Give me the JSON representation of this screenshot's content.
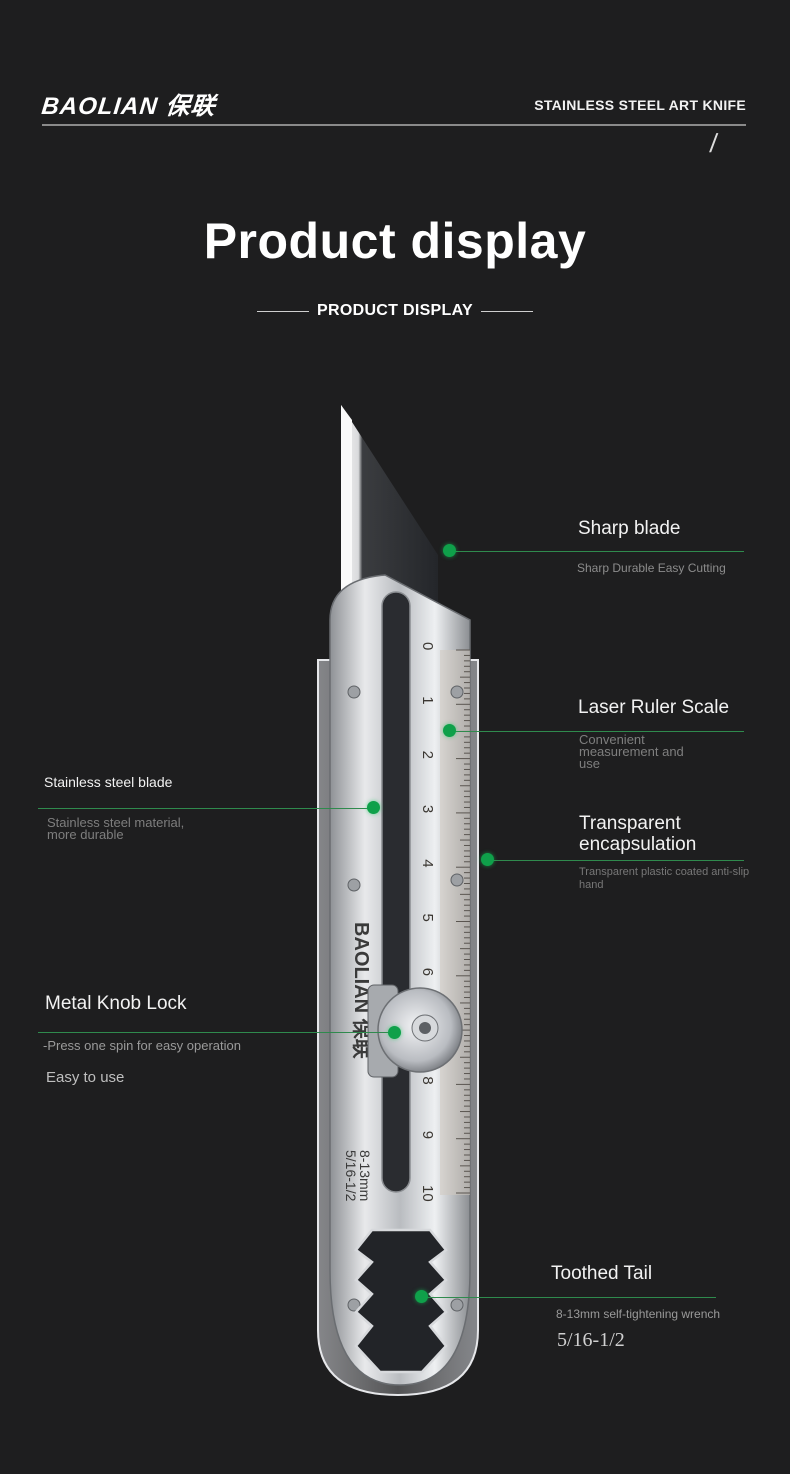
{
  "header": {
    "brand": "BAOLIAN 保联",
    "product_type": "STAINLESS STEEL ART KNIFE",
    "slash": "/"
  },
  "hero": {
    "title": "Product display",
    "subtitle": "PRODUCT DISPLAY"
  },
  "knife_print": {
    "brand_vertical": "BAOLIAN 保联",
    "wrench_size_mm": "8-13mm",
    "wrench_size_in": "5/16-1/2",
    "ruler_numbers": [
      "0",
      "1",
      "2",
      "3",
      "4",
      "5",
      "6",
      "7",
      "8",
      "9",
      "10"
    ]
  },
  "features": {
    "sharp_blade": {
      "title": "Sharp blade",
      "desc": "Sharp Durable Easy Cutting"
    },
    "laser_ruler": {
      "title": "Laser Ruler Scale",
      "desc_1": "Convenient",
      "desc_2": "measurement and",
      "desc_3": "use"
    },
    "stainless_blade": {
      "title": "Stainless steel blade",
      "desc_1": "Stainless steel material,",
      "desc_2": "more durable"
    },
    "transparent": {
      "title_1": "Transparent",
      "title_2": "encapsulation",
      "desc_1": "Transparent plastic coated anti-slip",
      "desc_2": "hand"
    },
    "knob_lock": {
      "title": "Metal Knob Lock",
      "desc": "-Press one spin for easy operation",
      "extra": "Easy to use"
    },
    "toothed_tail": {
      "title": "Toothed Tail",
      "desc": "8-13mm self-tightening wrench",
      "extra": "5/16-1/2"
    }
  },
  "colors": {
    "background": "#1e1e1f",
    "accent_green": "#0fa04a",
    "leader_line": "#2f8a4d"
  }
}
